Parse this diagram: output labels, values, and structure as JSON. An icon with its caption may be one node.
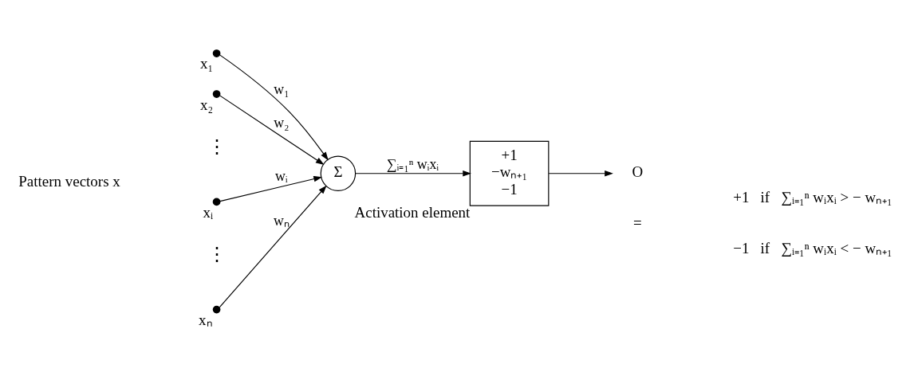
{
  "diagram": {
    "nodes": [
      {
        "text": [
          "x₁"
        ]
      },
      {
        "text": [
          "x₂"
        ]
      },
      {
        "text": [
          "xᵢ"
        ]
      },
      {
        "text": [
          "xₙ"
        ]
      },
      {
        "text": [
          "Σ"
        ]
      },
      {
        "text": [
          "+1",
          "−wₙ₊₁",
          "−1"
        ],
        "beside": [
          "Activation element"
        ]
      },
      {
        "text": [
          "O"
        ]
      }
    ],
    "edges": [
      {
        "from": 0,
        "to": 4,
        "arrow": "to",
        "label": "w₁"
      },
      {
        "from": 1,
        "to": 4,
        "arrow": "to",
        "label": "w₂"
      },
      {
        "from": 2,
        "to": 4,
        "arrow": "to",
        "label": "wᵢ"
      },
      {
        "from": 3,
        "to": 4,
        "arrow": "to",
        "label": "wₙ"
      },
      {
        "from": 4,
        "to": 5,
        "arrow": "to",
        "label": "∑ᵢ₌₁ⁿ wᵢxᵢ"
      },
      {
        "from": 5,
        "to": 6,
        "arrow": "to"
      }
    ],
    "labels": [
      "Pattern vectors x",
      "⋮",
      "⋮",
      "=",
      "+1   if   ∑ᵢ₌₁ⁿ wᵢxᵢ > − wₙ₊₁",
      "−1   if   ∑ᵢ₌₁ⁿ wᵢxᵢ < − wₙ₊₁"
    ]
  }
}
